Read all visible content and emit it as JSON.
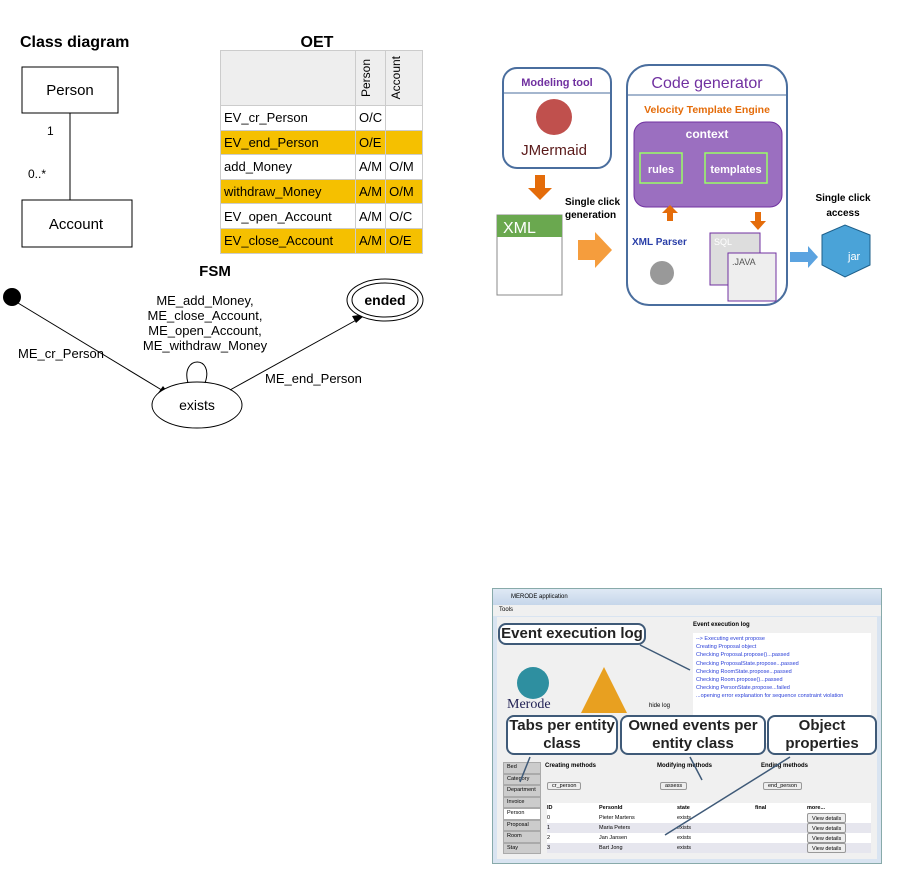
{
  "class_diagram": {
    "title": "Class diagram",
    "classes": [
      "Person",
      "Account"
    ],
    "mult_top": "1",
    "mult_bottom": "0..*"
  },
  "oet": {
    "title": "OET",
    "columns": [
      "Person",
      "Account"
    ],
    "rows": [
      {
        "event": "EV_cr_Person",
        "person": "O/C",
        "account": "",
        "highlight": false
      },
      {
        "event": "EV_end_Person",
        "person": "O/E",
        "account": "",
        "highlight": true
      },
      {
        "event": "add_Money",
        "person": "A/M",
        "account": "O/M",
        "highlight": false
      },
      {
        "event": "withdraw_Money",
        "person": "A/M",
        "account": "O/M",
        "highlight": true
      },
      {
        "event": "EV_open_Account",
        "person": "A/M",
        "account": "O/C",
        "highlight": false
      },
      {
        "event": "EV_close_Account",
        "person": "A/M",
        "account": "O/E",
        "highlight": true
      }
    ],
    "highlight_color": "#f5c000"
  },
  "fsm": {
    "title": "FSM",
    "states": [
      "exists",
      "ended"
    ],
    "create": "ME_cr_Person",
    "end": "ME_end_Person",
    "loop": [
      "ME_add_Money,",
      "ME_close_Account,",
      "ME_open_Account,",
      "ME_withdraw_Money"
    ]
  },
  "architecture": {
    "modeling_tool": "Modeling tool",
    "jmermaid": "JMermaid",
    "xml": "XML",
    "single_click_generation": [
      "Single click",
      "generation"
    ],
    "code_generator": "Code generator",
    "velocity": "Velocity Template Engine",
    "context": "context",
    "rules": "rules",
    "templates": "templates",
    "xml_parser": "XML Parser",
    "sql": "SQL",
    "java": ".JAVA",
    "single_click_access": [
      "Single click",
      "access"
    ],
    "jar": "jar",
    "accent_purple": "#7030a0",
    "accent_orange": "#e46c0a"
  },
  "app": {
    "title": "MERODE application",
    "menu": "Tools",
    "log_title": "Event execution log",
    "log": [
      "--> Executing event propose",
      "Creating Proposal object",
      "Checking Proposal.propose()...passed",
      "Checking ProposalState.propose...passed",
      "Checking RoomState.propose...passed",
      "Checking Room.propose()...passed",
      "Checking PersonState.propose...failed",
      "...opening error explanation for sequence constraint violation"
    ],
    "logo": "Merode",
    "hide_log": "hide log",
    "callouts": {
      "log": "Event execution log",
      "tabs": "Tabs per entity class",
      "events": "Owned events per entity class",
      "props": "Object properties"
    },
    "tabs": [
      "Bed",
      "Category",
      "Department",
      "Invoice",
      "Person",
      "Proposal",
      "Room",
      "Stay"
    ],
    "creating": "Creating methods",
    "modifying": "Modifying methods",
    "ending": "Ending methods",
    "btn_create": "cr_person",
    "btn_modify": "assess",
    "btn_end": "end_person",
    "columns": [
      "ID",
      "PersonId",
      "state",
      "final",
      "more..."
    ],
    "rows": [
      {
        "id": "0",
        "name": "Pieter Martens",
        "state": "exists"
      },
      {
        "id": "1",
        "name": "Maria Peters",
        "state": "exists"
      },
      {
        "id": "2",
        "name": "Jan Jansen",
        "state": "exists"
      },
      {
        "id": "3",
        "name": "Bart Jong",
        "state": "exists"
      }
    ],
    "view": "View details"
  }
}
